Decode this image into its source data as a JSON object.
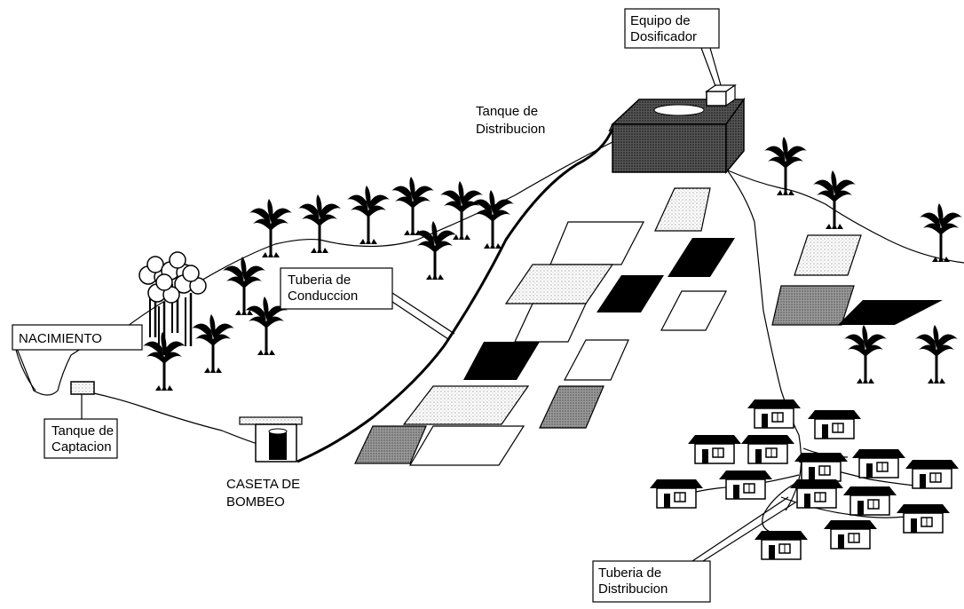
{
  "labels": {
    "nacimiento": "NACIMIENTO",
    "tanque_captacion_1": "Tanque de",
    "tanque_captacion_2": "Captacion",
    "caseta_1": "CASETA DE",
    "caseta_2": "BOMBEO",
    "tuberia_conduccion_1": "Tuberia de",
    "tuberia_conduccion_2": "Conduccion",
    "tanque_distribucion_1": "Tanque de",
    "tanque_distribucion_2": "Distribucion",
    "equipo_1": "Equipo de",
    "equipo_2": "Dosificador",
    "tuberia_distribucion_1": "Tuberia de",
    "tuberia_distribucion_2": "Distribucion"
  },
  "colors": {
    "ink": "#000000",
    "paper": "#ffffff",
    "field_dark": "#0a0a0a",
    "field_grey": "#8a8a8a",
    "field_light": "#e6e6e6",
    "tank": "#3a3a3a"
  }
}
